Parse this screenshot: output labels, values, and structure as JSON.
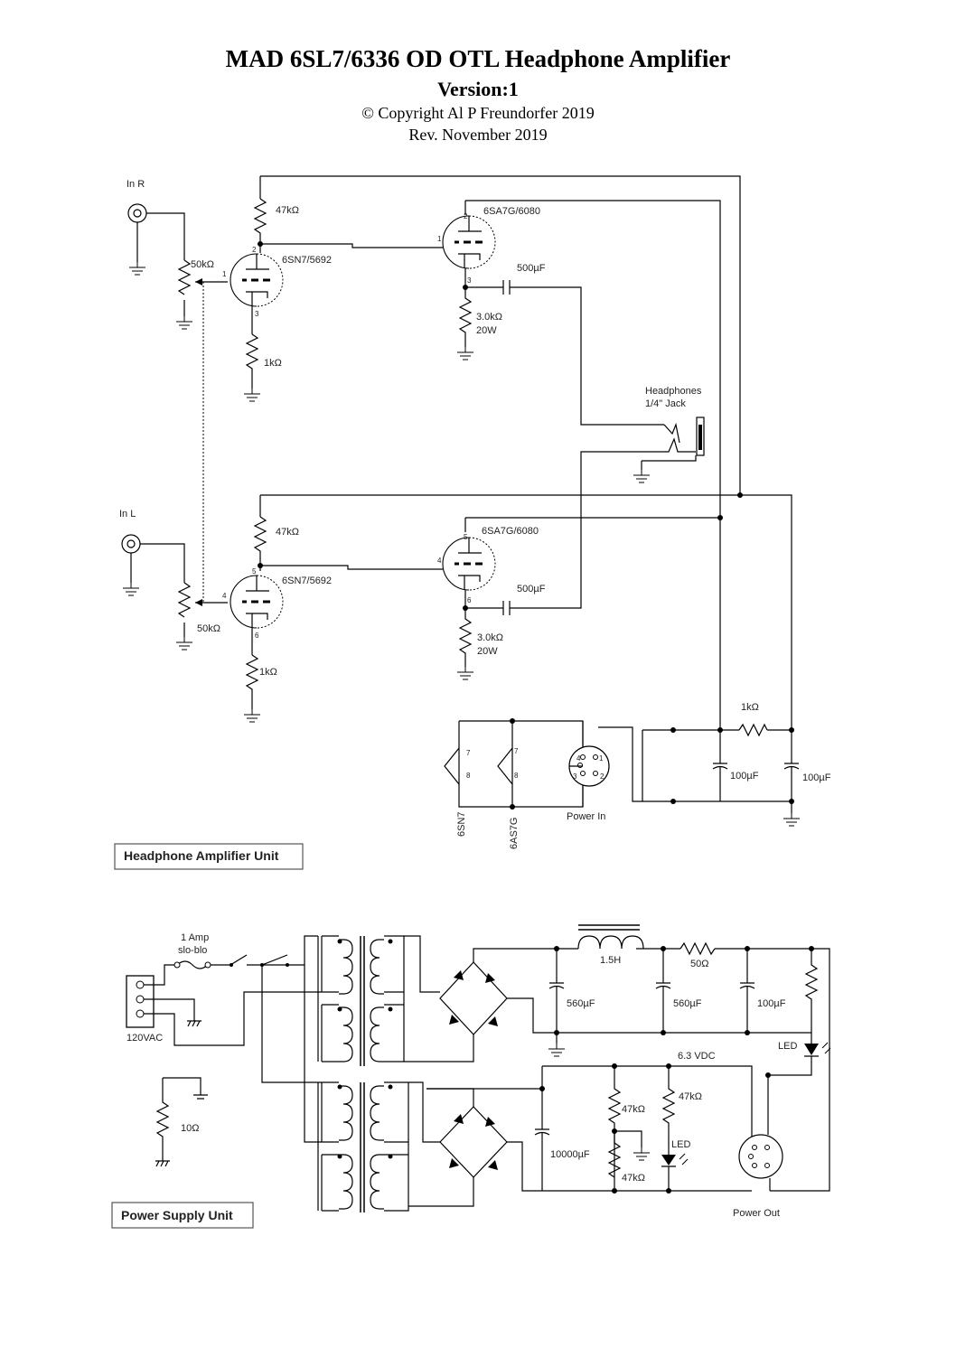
{
  "header": {
    "title": "MAD 6SL7/6336 OD OTL Headphone Amplifier",
    "version": "Version:1",
    "copyright": "© Copyright Al P Freundorfer 2019",
    "revision": "Rev. November 2019"
  },
  "amp": {
    "section_label": "Headphone Amplifier Unit",
    "in_r": "In R",
    "in_l": "In L",
    "pot_r": "50kΩ",
    "pot_l": "50kΩ",
    "plate_r_top": "47kΩ",
    "plate_r_bot": "47kΩ",
    "cathode_r_top": "1kΩ",
    "cathode_r_bot": "1kΩ",
    "driver_top": "6SN7/5692",
    "driver_bot": "6SN7/5692",
    "output_top": "6SA7G/6080",
    "output_bot": "6SA7G/6080",
    "cap_top": "500µF",
    "cap_bot": "500µF",
    "load_top": "3.0kΩ",
    "load_top_w": "20W",
    "load_bot": "3.0kΩ",
    "load_bot_w": "20W",
    "jack_line1": "Headphones",
    "jack_line2": "1/4\" Jack",
    "filter_r": "1kΩ",
    "filter_c1": "100µF",
    "filter_c2": "100µF",
    "heater_6sn7": "6SN7",
    "heater_6as7": "6AS7G",
    "power_in": "Power In",
    "pins": {
      "p1": "1",
      "p2": "2",
      "p3": "3",
      "p4": "4",
      "p5": "5",
      "p6": "6",
      "p7": "7",
      "p8": "8"
    }
  },
  "psu": {
    "section_label": "Power Supply Unit",
    "fuse_line1": "1 Amp",
    "fuse_line2": "slo-blo",
    "mains": "120VAC",
    "choke": "1.5H",
    "r_50": "50Ω",
    "c1": "560µF",
    "c2": "560µF",
    "c3": "100µF",
    "led1": "LED",
    "vdc": "6.3 VDC",
    "r_47a": "47kΩ",
    "r_47b": "47kΩ",
    "r_47c": "47kΩ",
    "c_10000": "10000µF",
    "led2": "LED",
    "r_10": "10Ω",
    "power_out": "Power Out"
  }
}
